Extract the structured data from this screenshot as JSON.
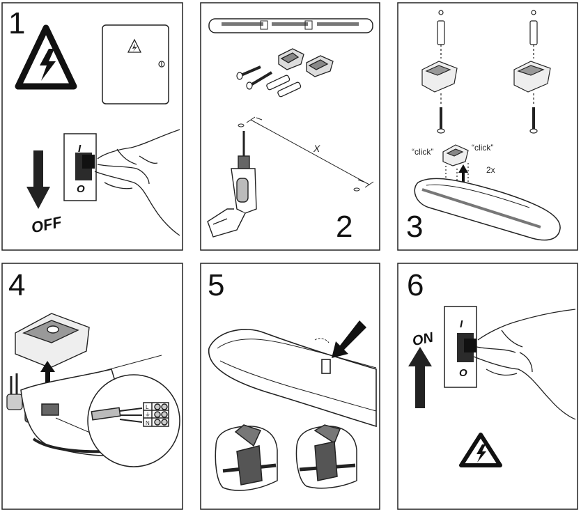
{
  "steps": [
    {
      "number": "1",
      "switch_on_mark": "I",
      "switch_off_mark": "O",
      "direction_label": "OFF"
    },
    {
      "number": "2",
      "distance_label": "X"
    },
    {
      "number": "3",
      "click_left": "“click”",
      "click_right": "“click”",
      "multiplier": "2x"
    },
    {
      "number": "4",
      "terminal_marks": [
        "L",
        "⏚",
        "N"
      ]
    },
    {
      "number": "5"
    },
    {
      "number": "6",
      "switch_on_mark": "I",
      "switch_off_mark": "O",
      "direction_label": "ON"
    }
  ],
  "colors": {
    "line": "#222222",
    "background": "#ffffff",
    "shade": "#9a9a9a"
  }
}
